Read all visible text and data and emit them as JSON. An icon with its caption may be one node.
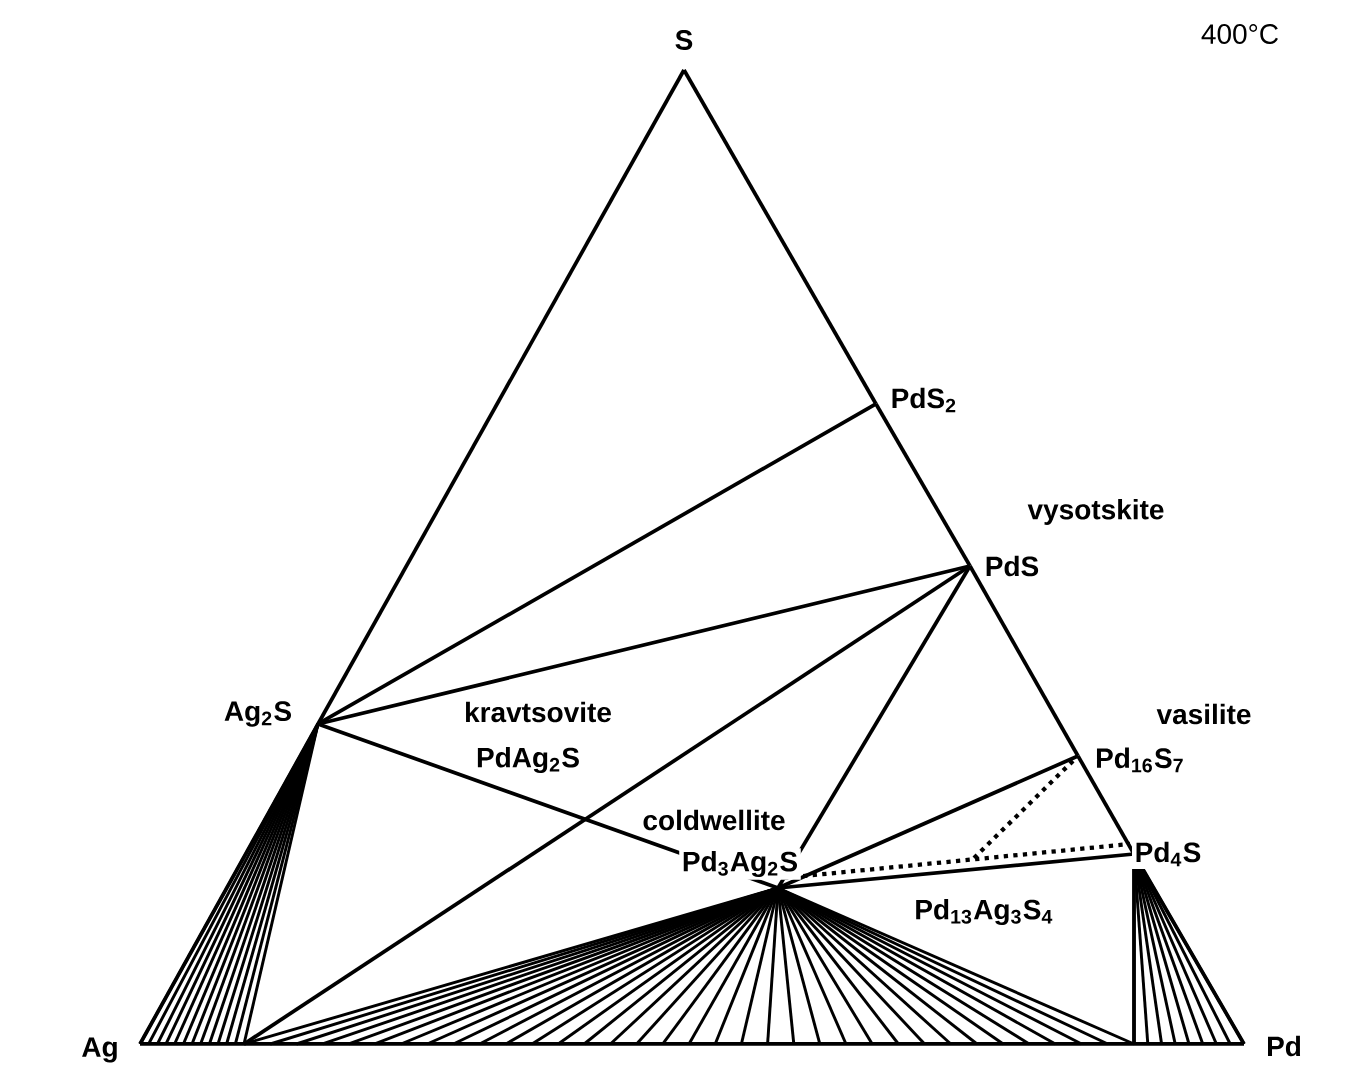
{
  "diagram": {
    "nodes": [
      {
        "text": [
          "S"
        ]
      },
      {
        "text": [
          "PdS$_{2}$"
        ]
      },
      {
        "text": [
          "PdS"
        ],
        "beside": [
          "vysotskite"
        ]
      },
      {
        "text": [
          "Pd$_{16}$S$_{7}$"
        ],
        "beside": [
          "vasilite"
        ]
      },
      {
        "text": [
          "Pd$_{4}$S"
        ]
      },
      {
        "text": [
          "Pd"
        ]
      },
      {
        "text": [
          "Ag"
        ]
      },
      {
        "text": [
          "Ag$_{2}$S"
        ]
      },
      {
        "text": [
          "Pd$_{3}$Ag$_{2}$S"
        ],
        "beside": [
          "coldwellite"
        ]
      }
    ],
    "edges": [
      {
        "from": 0,
        "to": 1,
        "arrow": "none"
      },
      {
        "from": 1,
        "to": 2,
        "arrow": "none"
      },
      {
        "from": 2,
        "to": 3,
        "arrow": "none"
      },
      {
        "from": 3,
        "to": 4,
        "arrow": "none"
      },
      {
        "from": 4,
        "to": 5,
        "arrow": "none"
      },
      {
        "from": 5,
        "to": 6,
        "arrow": "none"
      },
      {
        "from": 6,
        "to": 7,
        "arrow": "none"
      },
      {
        "from": 7,
        "to": 0,
        "arrow": "none"
      },
      {
        "from": 7,
        "to": 1,
        "arrow": "none"
      },
      {
        "from": 7,
        "to": 2,
        "arrow": "none"
      },
      {
        "from": 7,
        "to": 8,
        "arrow": "none"
      },
      {
        "from": 2,
        "to": 8,
        "arrow": "none"
      },
      {
        "from": 8,
        "to": 3,
        "arrow": "none"
      },
      {
        "from": 8,
        "to": 4,
        "arrow": "none"
      },
      {
        "from": 8,
        "to": 4,
        "arrow": "none",
        "style": "dashed"
      },
      {
        "from": null,
        "to": 3,
        "arrow": "none",
        "style": "dashed"
      },
      {
        "from": 2,
        "to": null,
        "arrow": "none"
      },
      {
        "from": 4,
        "to": null,
        "arrow": "none"
      }
    ],
    "labels": [
      "400°C",
      "kravtsovite",
      "PdAg$_{2}$S",
      "Pd$_{13}$Ag$_{3}$S$_{4}$"
    ]
  }
}
